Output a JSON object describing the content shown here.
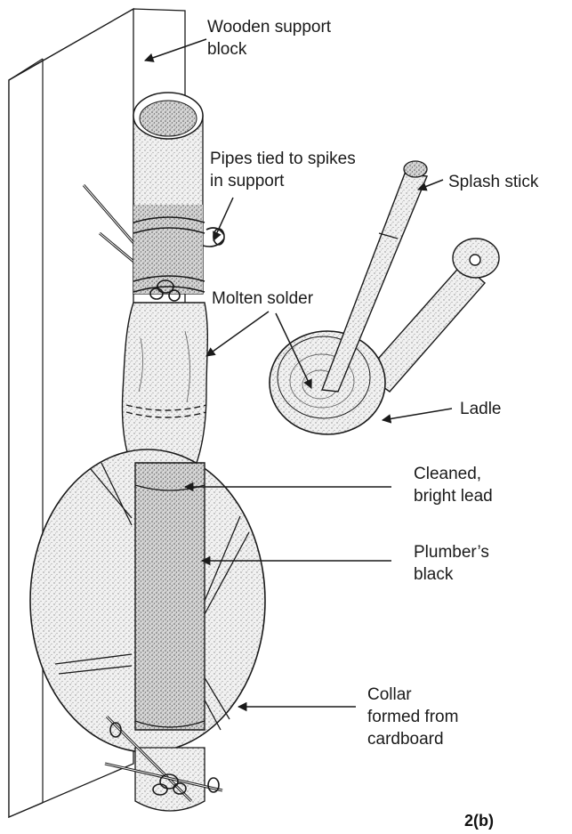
{
  "labels": {
    "support_block": "Wooden support\nblock",
    "pipes_tied": "Pipes tied to spikes\nin support",
    "splash_stick": "Splash stick",
    "molten_solder": "Molten solder",
    "ladle": "Ladle",
    "cleaned_lead": "Cleaned,\nbright lead",
    "plumbers_black": "Plumber’s\nblack",
    "collar": "Collar\nformed from\ncardboard"
  },
  "figure_number": "2(b)",
  "colors": {
    "ink": "#1a1a1a",
    "stipple": "#cfcfcf",
    "paper": "#ffffff"
  }
}
